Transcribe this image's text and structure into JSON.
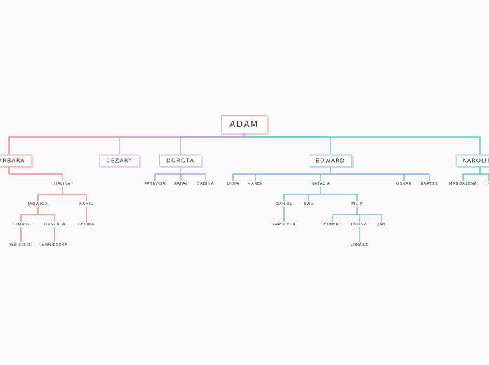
{
  "root": {
    "label": "ADAM",
    "color": "#f87171"
  },
  "branches": [
    {
      "label": "BARBARA",
      "color": "#f87171",
      "children": [
        {
          "label": "HALINA",
          "children": [
            {
              "label": "JADWIGA",
              "children": [
                {
                  "label": "TOMASZ",
                  "children": [
                    {
                      "label": "WOJCIECH"
                    }
                  ]
                },
                {
                  "label": "URSZULA",
                  "children": [
                    {
                      "label": "AGNIESZKA"
                    }
                  ]
                }
              ]
            },
            {
              "label": "KAMIL",
              "children": [
                {
                  "label": "CELINA"
                }
              ]
            }
          ]
        }
      ]
    },
    {
      "label": "CEZARY",
      "color": "#d08ef0",
      "children": []
    },
    {
      "label": "DOROTA",
      "color": "#a78bfa",
      "children": [
        {
          "label": "PATRYCJA"
        },
        {
          "label": "RAFAŁ"
        },
        {
          "label": "SABINA"
        }
      ]
    },
    {
      "label": "EDWARD",
      "color": "#60a5fa",
      "children": [
        {
          "label": "LIDIA"
        },
        {
          "label": "MAREK"
        },
        {
          "label": "NATALIA",
          "children": [
            {
              "label": "DANIEL",
              "children": [
                {
                  "label": "GABRIELA"
                }
              ]
            },
            {
              "label": "EWA"
            },
            {
              "label": "FILIP",
              "children": [
                {
                  "label": "HUBERT"
                },
                {
                  "label": "IWONA",
                  "children": [
                    {
                      "label": "ŁUKASZ"
                    }
                  ]
                },
                {
                  "label": "JAN"
                }
              ]
            }
          ]
        },
        {
          "label": "OSKAR"
        },
        {
          "label": "BARTEK"
        }
      ]
    },
    {
      "label": "KAROLINA",
      "color": "#2cc9c9",
      "children": [
        {
          "label": "MAGDALENA"
        },
        {
          "label": "N"
        }
      ]
    }
  ]
}
